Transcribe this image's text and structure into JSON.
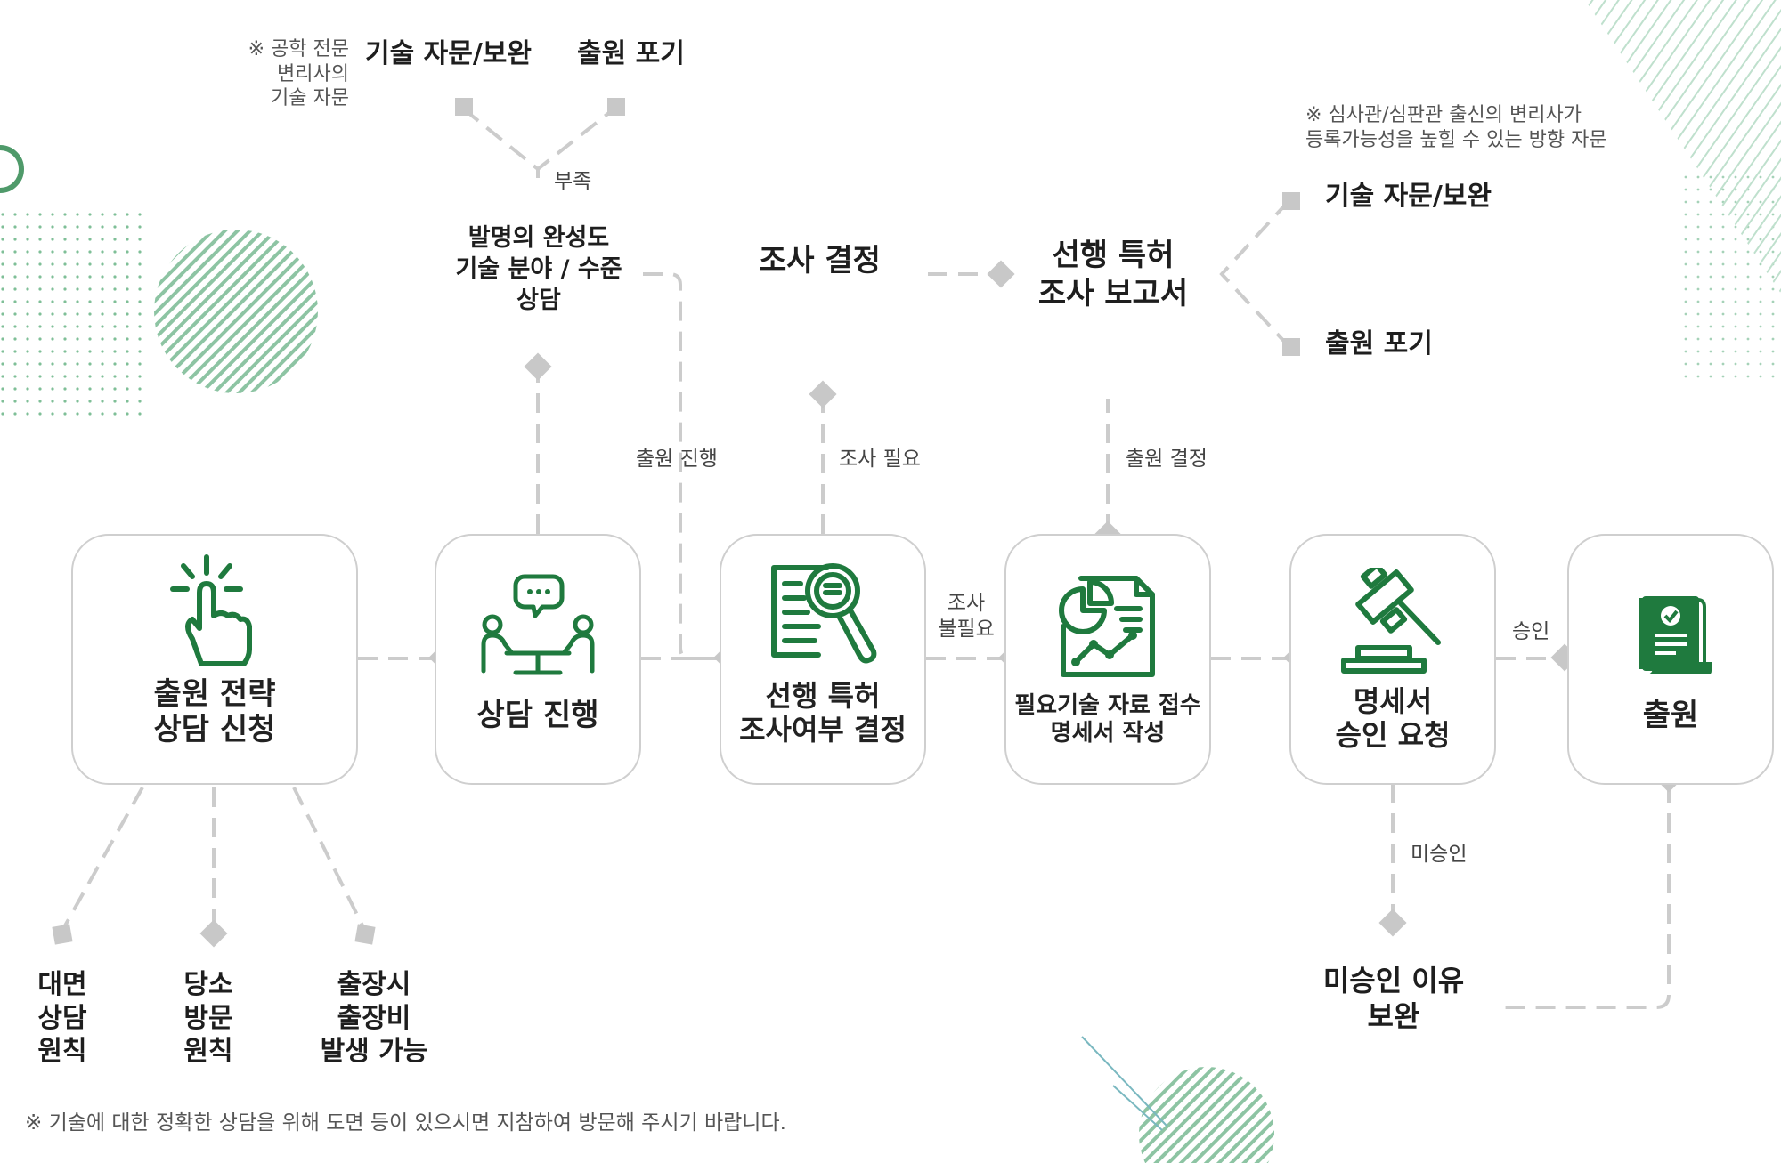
{
  "colors": {
    "accent": "#1f7a3e",
    "line": "#cccccc",
    "diamond": "#cccccc",
    "deco": "#8dc4a3"
  },
  "steps": [
    {
      "id": "apply",
      "title": "출원 전략\n상담 신청",
      "icon": "tap-hand-icon"
    },
    {
      "id": "consult",
      "title": "상담 진행",
      "icon": "meeting-icon"
    },
    {
      "id": "search",
      "title": "선행 특허\n조사여부 결정",
      "icon": "document-search-icon"
    },
    {
      "id": "draft",
      "title": "필요기술 자료 접수\n명세서 작성",
      "icon": "chart-report-icon"
    },
    {
      "id": "approval",
      "title": "명세서\n승인 요청",
      "icon": "gavel-icon"
    },
    {
      "id": "file",
      "title": "출원",
      "icon": "certificate-icon"
    }
  ],
  "consult_branch": {
    "note": "※ 공학 전문\n변리사의\n기술 자문",
    "options": [
      "기술 자문/보완",
      "출원 포기"
    ],
    "shortage_label": "부족",
    "completeness": "발명의 완성도\n기술 분야 / 수준\n상담",
    "proceed_label": "출원 진행"
  },
  "search_branch": {
    "decision": "조사 결정",
    "needed_label": "조사 필요",
    "report": "선행 특허\n조사 보고서",
    "note": "※ 심사관/심판관 출신의 변리사가\n등록가능성을 높힐 수 있는 방향 자문",
    "options": [
      "기술 자문/보완",
      "출원 포기"
    ],
    "file_decision_label": "출원 결정",
    "not_needed_label": "조사\n불필요"
  },
  "approval_branch": {
    "approved_label": "승인",
    "rejected_label": "미승인",
    "rejected_reason": "미승인 이유\n보완"
  },
  "consult_methods": [
    "대면\n상담\n원칙",
    "당소\n방문\n원칙",
    "출장시\n출장비\n발생 가능"
  ],
  "footer_note": "※ 기술에 대한 정확한 상담을 위해 도면 등이 있으시면 지참하여 방문해 주시기 바랍니다."
}
